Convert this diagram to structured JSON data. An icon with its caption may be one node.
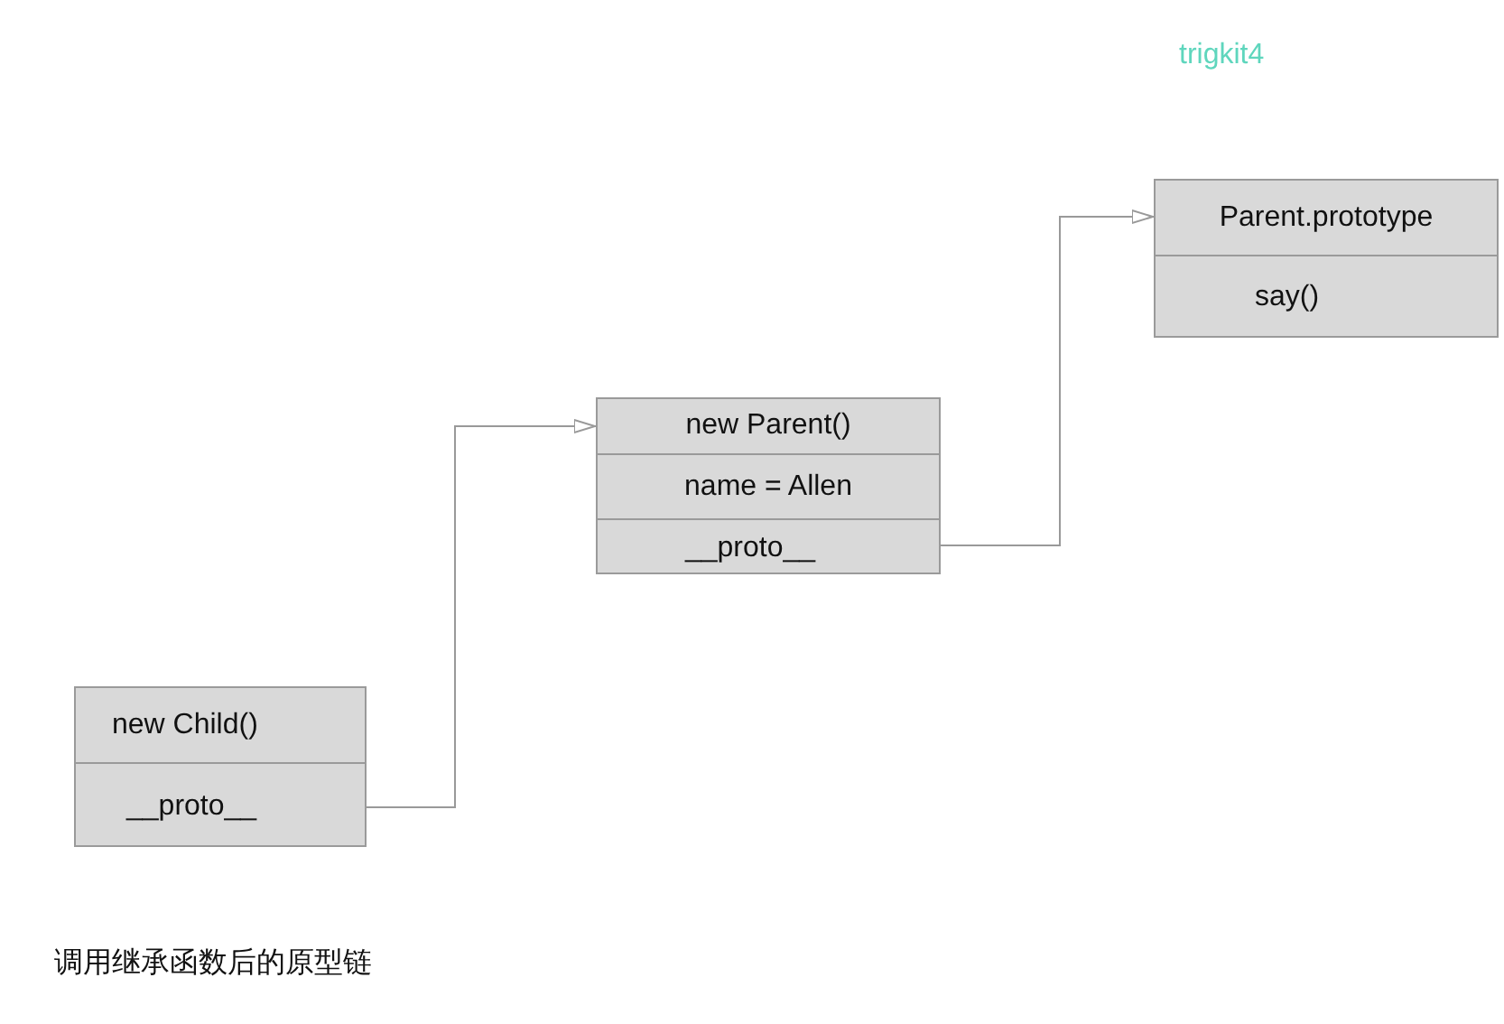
{
  "diagram": {
    "caption": "调用继承函数后的原型链",
    "nodes": [
      {
        "text": [
          "new Child()",
          "__proto__"
        ]
      },
      {
        "text": [
          "new Parent()",
          "name = Allen",
          "__proto__"
        ]
      },
      {
        "text": [
          "Parent.prototype",
          "say()"
        ]
      }
    ],
    "edges": [
      {
        "from": 0,
        "to": 1,
        "arrow": "to"
      },
      {
        "from": 1,
        "to": 2,
        "arrow": "to"
      }
    ],
    "labels": [
      "trigkit4"
    ]
  }
}
